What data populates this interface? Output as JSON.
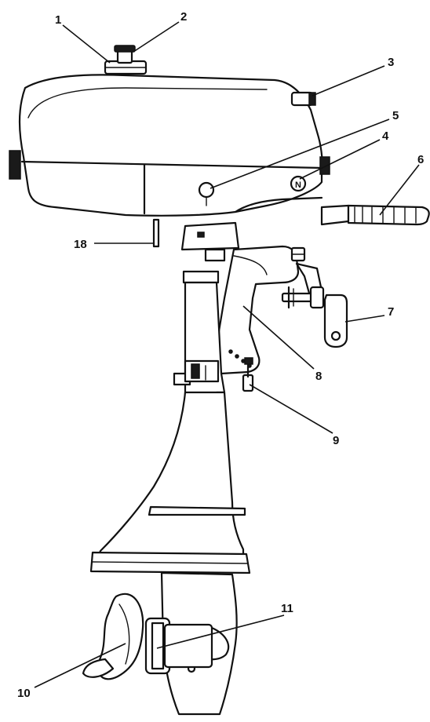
{
  "callouts": [
    {
      "id": "c1",
      "label": "1"
    },
    {
      "id": "c2",
      "label": "2"
    },
    {
      "id": "c3",
      "label": "3"
    },
    {
      "id": "c4",
      "label": "4"
    },
    {
      "id": "c5",
      "label": "5"
    },
    {
      "id": "c6",
      "label": "6"
    },
    {
      "id": "c7",
      "label": "7"
    },
    {
      "id": "c8",
      "label": "8"
    },
    {
      "id": "c9",
      "label": "9"
    },
    {
      "id": "c10",
      "label": "10"
    },
    {
      "id": "c11",
      "label": "11"
    },
    {
      "id": "c18",
      "label": "18"
    }
  ],
  "neutral_mark": "N"
}
